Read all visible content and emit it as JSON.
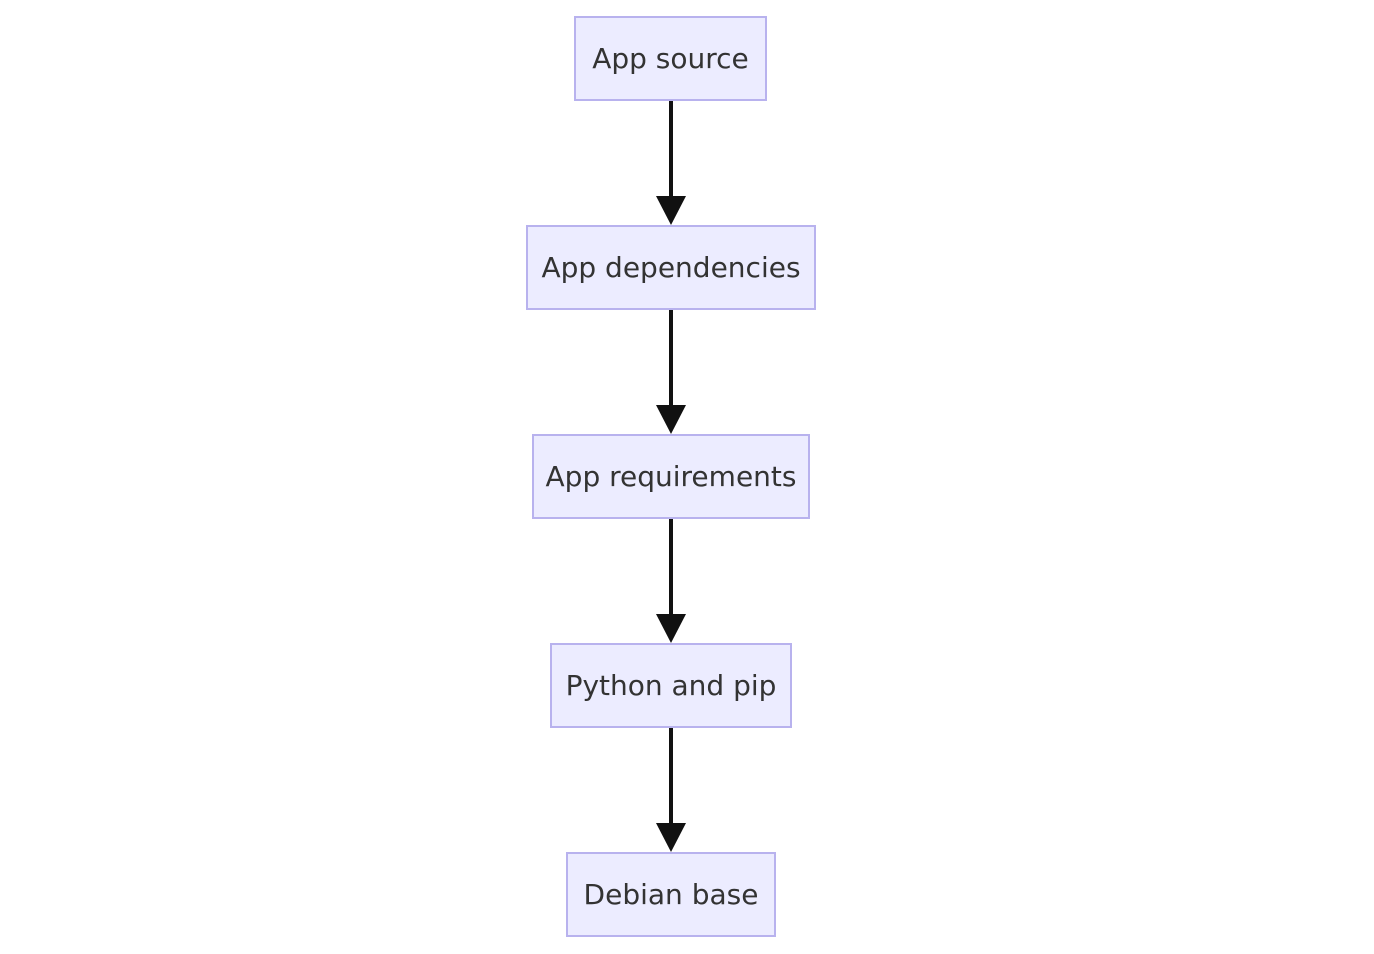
{
  "diagram": {
    "type": "flowchart",
    "direction": "top-to-bottom",
    "colors": {
      "node_fill": "#ececff",
      "node_border": "#b8b2ee",
      "node_text": "#333333",
      "edge": "#111111"
    },
    "nodes": [
      {
        "id": "n1",
        "label": "App source"
      },
      {
        "id": "n2",
        "label": "App dependencies"
      },
      {
        "id": "n3",
        "label": "App requirements"
      },
      {
        "id": "n4",
        "label": "Python and pip"
      },
      {
        "id": "n5",
        "label": "Debian base"
      }
    ],
    "edges": [
      {
        "from": "n1",
        "to": "n2"
      },
      {
        "from": "n2",
        "to": "n3"
      },
      {
        "from": "n3",
        "to": "n4"
      },
      {
        "from": "n4",
        "to": "n5"
      }
    ]
  }
}
